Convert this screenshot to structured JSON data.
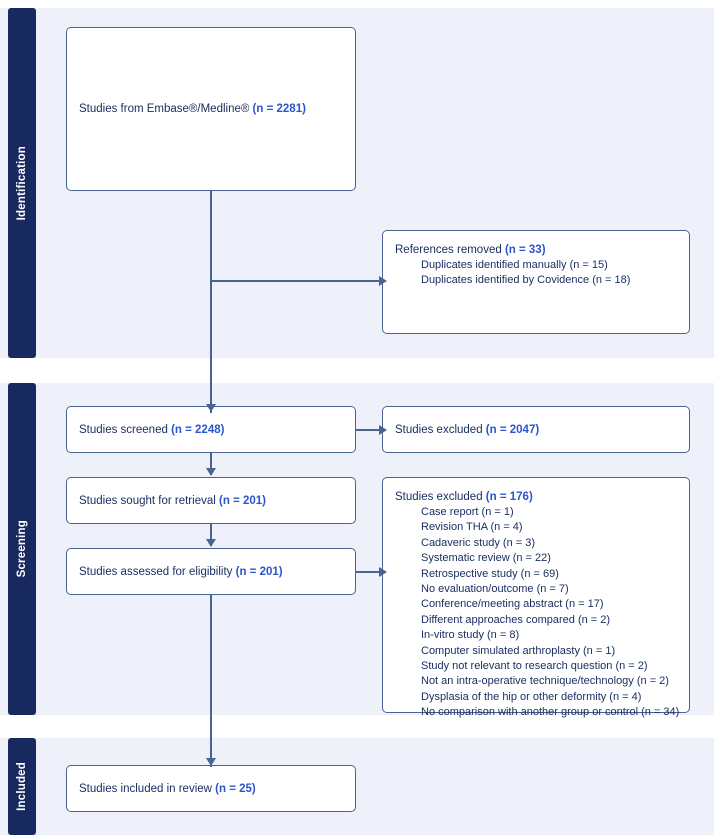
{
  "stages": [
    {
      "label": "Identification"
    },
    {
      "label": "Screening"
    },
    {
      "label": "Included"
    }
  ],
  "colors": {
    "stage_band_bg": "#eef1fa",
    "stage_label_bg": "#17295e",
    "box_border": "#4a6491",
    "text": "#1b2f62",
    "count_accent": "#2b55cc"
  },
  "boxes": {
    "sources": {
      "label": "Studies from Embase®/Medline® ",
      "count": "(n = 2281)"
    },
    "references_removed": {
      "label": "References removed ",
      "count": "(n = 33)",
      "items": [
        "Duplicates identified manually (n = 15)",
        "Duplicates identified by Covidence (n = 18)"
      ]
    },
    "screened": {
      "label": "Studies screened ",
      "count": "(n = 2248)"
    },
    "excluded_screened": {
      "label": "Studies excluded ",
      "count": "(n = 2047)"
    },
    "sought": {
      "label": "Studies sought for retrieval ",
      "count": "(n = 201)"
    },
    "assessed": {
      "label": "Studies assessed for eligibility ",
      "count": "(n = 201)"
    },
    "excluded_eligibility": {
      "label": "Studies excluded ",
      "count": "(n = 176)",
      "items": [
        "Case report (n = 1)",
        "Revision THA (n = 4)",
        "Cadaveric study (n = 3)",
        "Systematic review (n = 22)",
        "Retrospective study (n = 69)",
        "No evaluation/outcome (n = 7)",
        "Conference/meeting abstract (n = 17)",
        "Different approaches compared (n = 2)",
        "In-vitro study (n = 8)",
        "Computer simulated arthroplasty (n = 1)",
        "Study not relevant to research question (n = 2)",
        "Not an intra-operative technique/technology (n = 2)",
        "Dysplasia of the hip or other deformity (n = 4)",
        "No comparison with another group or control (n = 34)"
      ]
    },
    "included": {
      "label": "Studies included in review ",
      "count": "(n = 25)"
    }
  }
}
